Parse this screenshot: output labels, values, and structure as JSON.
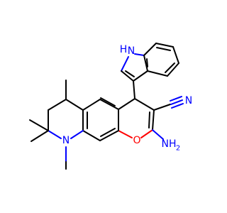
{
  "colors": {
    "carbon": "#000000",
    "nitrogen": "#0000ff",
    "oxygen": "#ff0000",
    "background": "#ffffff"
  },
  "atoms": {
    "indole_nh": "H",
    "indole_nh_n": "N",
    "nitrile_n": "N",
    "amine_n": "NH",
    "amine_h": "2",
    "pyran_o": "O",
    "ring_n": "N"
  }
}
